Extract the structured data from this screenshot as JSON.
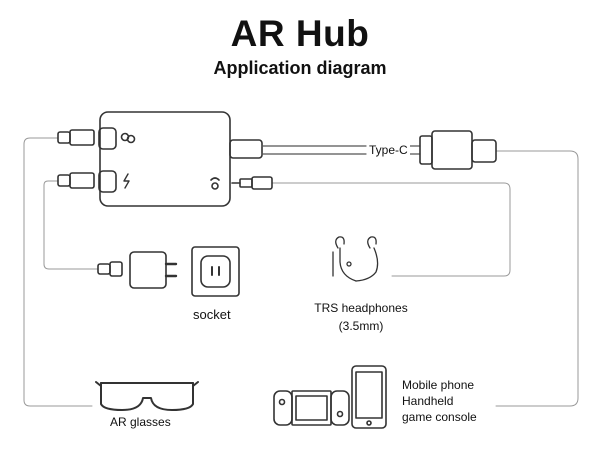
{
  "title": "AR Hub",
  "subtitle": "Application diagram",
  "labels": {
    "type_c": "Type-C",
    "socket": "socket",
    "headphones_line1": "TRS headphones",
    "headphones_line2": "(3.5mm)",
    "ar_glasses": "AR glasses",
    "devices_line1": "Mobile phone",
    "devices_line2": "Handheld",
    "devices_line3": "game console"
  },
  "icons": {
    "hub": "hub-icon",
    "charger": "charger-icon",
    "socket": "socket-icon",
    "headphones": "earphones-icon",
    "glasses": "glasses-icon",
    "console": "game-console-icon",
    "phone": "phone-icon"
  }
}
